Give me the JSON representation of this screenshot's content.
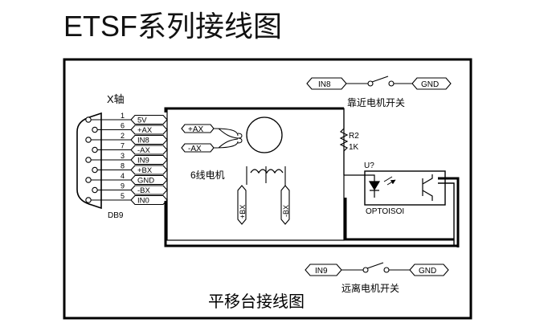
{
  "page_title": "ETSF系列接线图",
  "diagram": {
    "axis_label": "X轴",
    "connector_name": "DB9",
    "pin_numbers": [
      "1",
      "6",
      "2",
      "7",
      "3",
      "8",
      "4",
      "9",
      "5"
    ],
    "pin_signals": [
      "5V",
      "+AX",
      "IN8",
      "-AX",
      "IN9",
      "+BX",
      "GND",
      "-BX",
      "IN0"
    ],
    "motor_phase_labels": [
      "+AX",
      "-AX",
      "+BX",
      "-BX"
    ],
    "motor_label": "6线电机",
    "resistor_ref": "R2",
    "resistor_value": "1K",
    "optocoupler_ref": "U?",
    "optocoupler_part": "OPTOISOI",
    "near_switch": {
      "input": "IN8",
      "ground": "GND",
      "label": "靠近电机开关"
    },
    "far_switch": {
      "input": "IN9",
      "ground": "GND",
      "label": "远离电机开关"
    },
    "caption": "平移台接线图"
  }
}
